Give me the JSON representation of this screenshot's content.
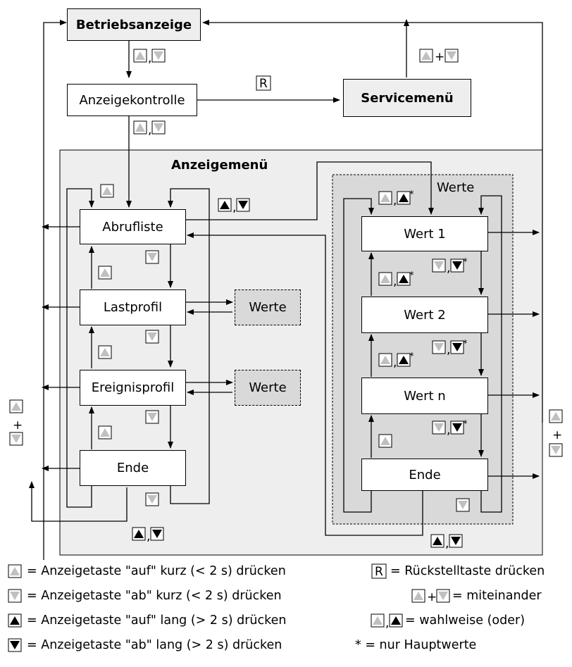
{
  "nodes": {
    "betrieb": "Betriebsanzeige",
    "anzeigekontrolle": "Anzeigekontrolle",
    "servicemenu": "Servicemenü",
    "anzeigemenu": "Anzeigemenü",
    "abrufliste": "Abrufliste",
    "lastprofil": "Lastprofil",
    "ereignisprofil": "Ereignisprofil",
    "ende_left": "Ende",
    "werte_last": "Werte",
    "werte_ereignis": "Werte",
    "werte_group": "Werte",
    "wert1": "Wert 1",
    "wert2": "Wert 2",
    "wertn": "Wert n",
    "ende_right": "Ende"
  },
  "key_labels": {
    "reset": "R",
    "or_sep": ",",
    "plus": "+",
    "star": "*"
  },
  "legend": {
    "up_short": "= Anzeigetaste \"auf\" kurz (< 2 s) drücken",
    "down_short": "= Anzeigetaste \"ab\" kurz (< 2 s) drücken",
    "up_long": "= Anzeigetaste \"auf\" lang (> 2 s) drücken",
    "down_long": "= Anzeigetaste \"ab\" lang (> 2 s) drücken",
    "reset": "= Rückstelltaste drücken",
    "together": "= miteinander",
    "either": "= wahlweise (oder)",
    "main_only": "* = nur Hauptwerte"
  },
  "colors": {
    "short_key": "#c0c0c0",
    "long_key": "#000000",
    "panel": "#eeeeee",
    "inner_panel": "#d9d9d9"
  }
}
